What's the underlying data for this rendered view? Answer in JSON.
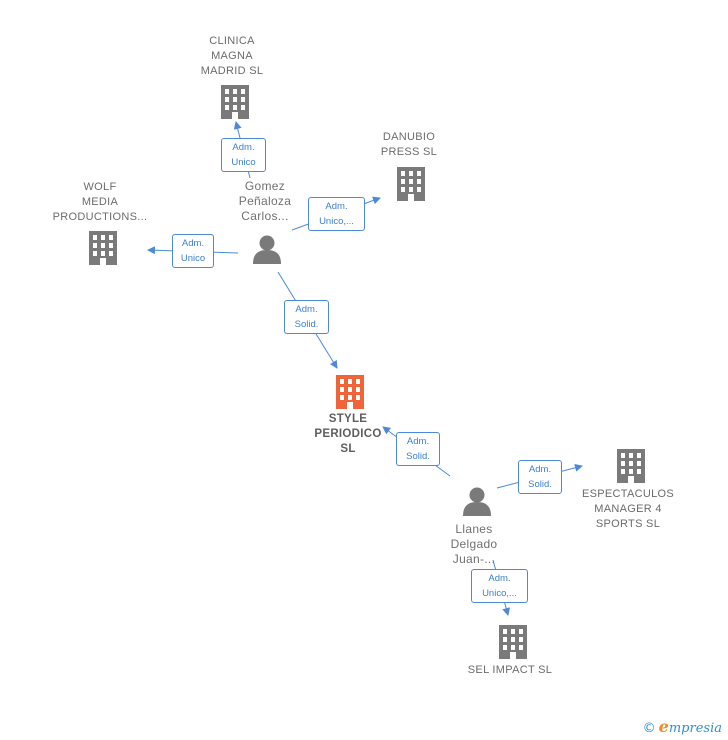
{
  "companies": {
    "clinica": "CLINICA\nMAGNA\nMADRID  SL",
    "danubio": "DANUBIO\nPRESS SL",
    "wolf": "WOLF\nMEDIA\nPRODUCTIONS...",
    "style": "STYLE\nPERIODICO\nSL",
    "espectaculos": "ESPECTACULOS\nMANAGER 4\nSPORTS  SL",
    "sel": "SEL IMPACT SL"
  },
  "people": {
    "gomez": "Gomez\nPeñaloza\nCarlos...",
    "llanes": "Llanes\nDelgado\nJuan-..."
  },
  "edges": {
    "gomez_clinica": "Adm.\nUnico",
    "gomez_danubio": "Adm.\nUnico,...",
    "gomez_wolf": "Adm.\nUnico",
    "gomez_style": "Adm.\nSolid.",
    "llanes_style": "Adm.\nSolid.",
    "llanes_espectaculos": "Adm.\nSolid.",
    "llanes_sel": "Adm.\nUnico,..."
  },
  "colors": {
    "building": "#7a7a7a",
    "main_building": "#f0643a",
    "person": "#7a7a7a",
    "edge": "#4a8ad8"
  },
  "footer": {
    "symbol": "©",
    "brand_initial": "e",
    "brand_rest": "mpresia"
  }
}
